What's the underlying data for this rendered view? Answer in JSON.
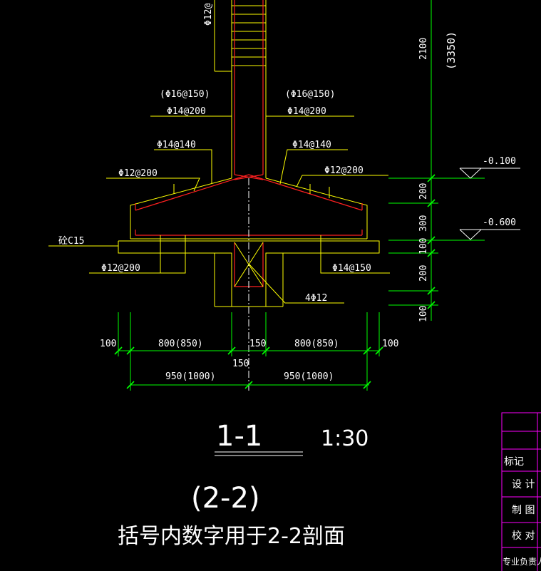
{
  "rebar_labels": {
    "col_vert": "Φ12@",
    "left_bracket": "(Φ16@150)",
    "right_bracket": "(Φ16@150)",
    "left_main": "Φ14@200",
    "right_main": "Φ14@200",
    "left_140": "Φ14@140",
    "right_140": "Φ14@140",
    "left_200": "Φ12@200",
    "right_200": "Φ12@200",
    "concrete": "砼C15",
    "bottom_left": "Φ12@200",
    "bottom_right": "Φ14@150",
    "pile": "4Φ12"
  },
  "elevations": {
    "top": "-0.100",
    "bottom": "-0.600"
  },
  "vertical_dims": {
    "d2100": "2100",
    "d3350": "(3350)",
    "d200a": "200",
    "d300": "300",
    "d100a": "100",
    "d200b": "200",
    "d100b": "100"
  },
  "horizontal_dims": {
    "left100": "100",
    "left800": "800(850)",
    "mid150": "150",
    "right800": "800(850)",
    "right100": "100",
    "center150": "150",
    "left950": "950(1000)",
    "right950": "950(1000)"
  },
  "section": {
    "title": "1-1",
    "scale": "1:30",
    "alt": "(2-2)",
    "note": "括号内数字用于2-2剖面"
  },
  "title_block": {
    "biaoji": "标记",
    "sheji": "设 计",
    "zhitu": "制 图",
    "jiaodui": "校 对",
    "fuzeren": "专业负责人"
  }
}
